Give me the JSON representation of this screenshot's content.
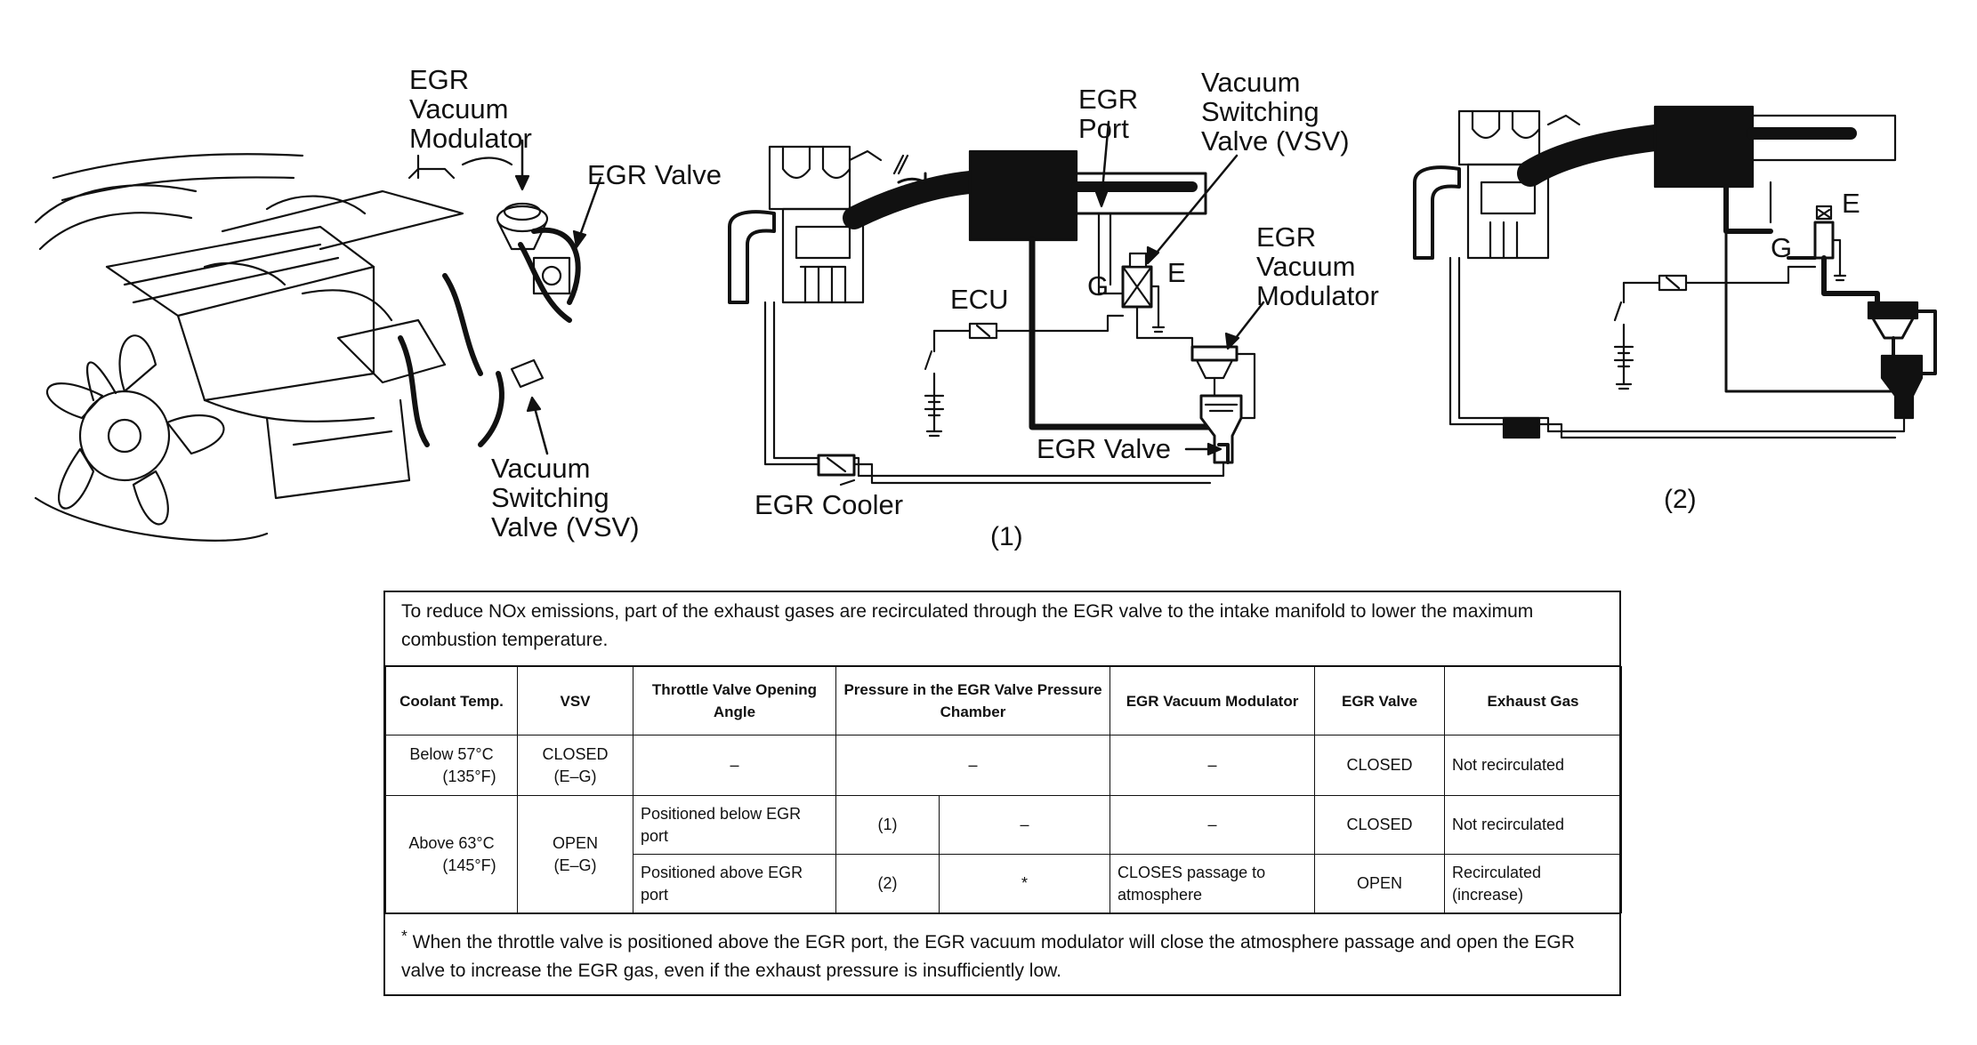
{
  "overview": {
    "labels": {
      "modulator": "EGR\nVacuum\nModulator",
      "egr_valve": "EGR Valve",
      "vsv": "Vacuum\nSwitching\nValve (VSV)"
    }
  },
  "diagram1": {
    "caption": "(1)",
    "labels": {
      "egr_port": "EGR\nPort",
      "vsv": "Vacuum\nSwitching\nValve (VSV)",
      "g": "G",
      "e": "E",
      "ecu": "ECU",
      "modulator": "EGR\nVacuum\nModulator",
      "egr_valve": "EGR Valve",
      "egr_cooler": "EGR Cooler"
    }
  },
  "diagram2": {
    "caption": "(2)",
    "labels": {
      "g": "G",
      "e": "E"
    }
  },
  "table": {
    "intro": "To reduce NOx emissions, part of the exhaust gases are recirculated through the EGR valve to the intake manifold to lower the maximum combustion temperature.",
    "headers": [
      "Coolant Temp.",
      "VSV",
      "Throttle Valve Opening Angle",
      "Pressure in the EGR Valve Pressure Chamber",
      "EGR Vacuum Modulator",
      "EGR Valve",
      "Exhaust Gas"
    ],
    "rows": [
      {
        "coolant_1": "Below 57°C",
        "coolant_2": "(135°F)",
        "vsv_1": "CLOSED",
        "vsv_2": "(E–G)",
        "throttle": "–",
        "pressure": "–",
        "modulator": "–",
        "egr_valve": "CLOSED",
        "exhaust": "Not recirculated"
      },
      {
        "coolant_1": "Above 63°C",
        "coolant_2": "(145°F)",
        "vsv_1": "OPEN",
        "vsv_2": "(E–G)",
        "sub": [
          {
            "throttle": "Positioned below EGR port",
            "ref": "(1)",
            "pressure": "–",
            "modulator": "–",
            "egr_valve": "CLOSED",
            "exhaust": "Not recirculated"
          },
          {
            "throttle": "Positioned above EGR port",
            "ref": "(2)",
            "pressure": "*",
            "modulator": "CLOSES passage to atmosphere",
            "egr_valve": "OPEN",
            "exhaust": "Recirculated (increase)"
          }
        ]
      }
    ],
    "footnote_mark": "*",
    "footnote": "When the throttle valve is positioned above the EGR port, the EGR vacuum modulator will close the atmosphere passage and open the EGR valve to increase the EGR gas, even if the exhaust pressure is insufficiently low."
  }
}
